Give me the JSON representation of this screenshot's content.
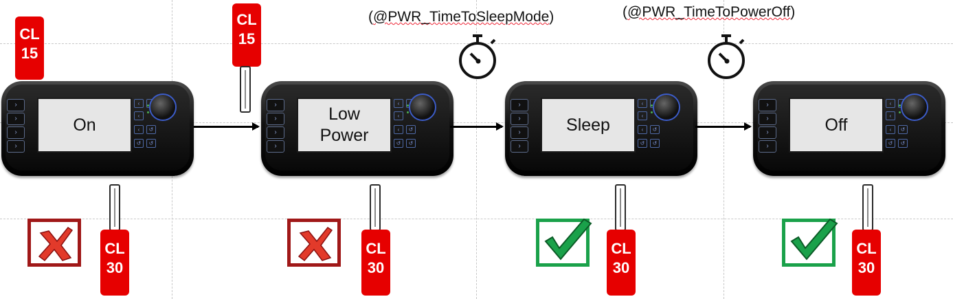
{
  "devices": [
    {
      "screen_text": "On"
    },
    {
      "screen_text": "Low Power"
    },
    {
      "screen_text": "Sleep"
    },
    {
      "screen_text": "Off"
    }
  ],
  "cl15_label_line1": "CL",
  "cl15_label_line2": "15",
  "cl30_label_line1": "CL",
  "cl30_label_line2": "30",
  "params": [
    {
      "text": "(@PWR_TimeToSleepMode)"
    },
    {
      "text": "(@PWR_TimeToPowerOff)"
    }
  ],
  "status": [
    "not-allowed",
    "not-allowed",
    "allowed",
    "allowed"
  ],
  "colors": {
    "plug_red": "#e60000",
    "cross_red": "#a01818",
    "check_green": "#1aa14a",
    "knob_ring": "#3c5cc8"
  },
  "icons": [
    "stopwatch-icon",
    "cross-mark-icon",
    "check-mark-icon"
  ]
}
